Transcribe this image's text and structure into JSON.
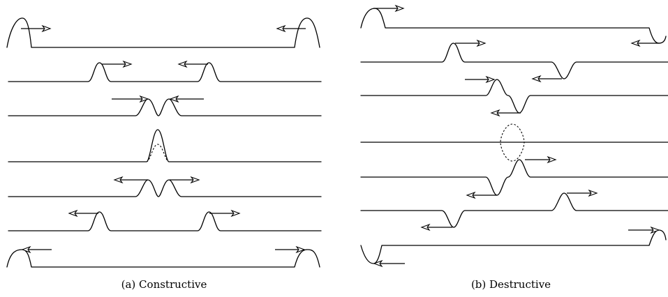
{
  "figure": {
    "panels": [
      {
        "id": "a",
        "caption": "(a)  Constructive"
      },
      {
        "id": "b",
        "caption": "(b)  Destructive"
      }
    ]
  }
}
